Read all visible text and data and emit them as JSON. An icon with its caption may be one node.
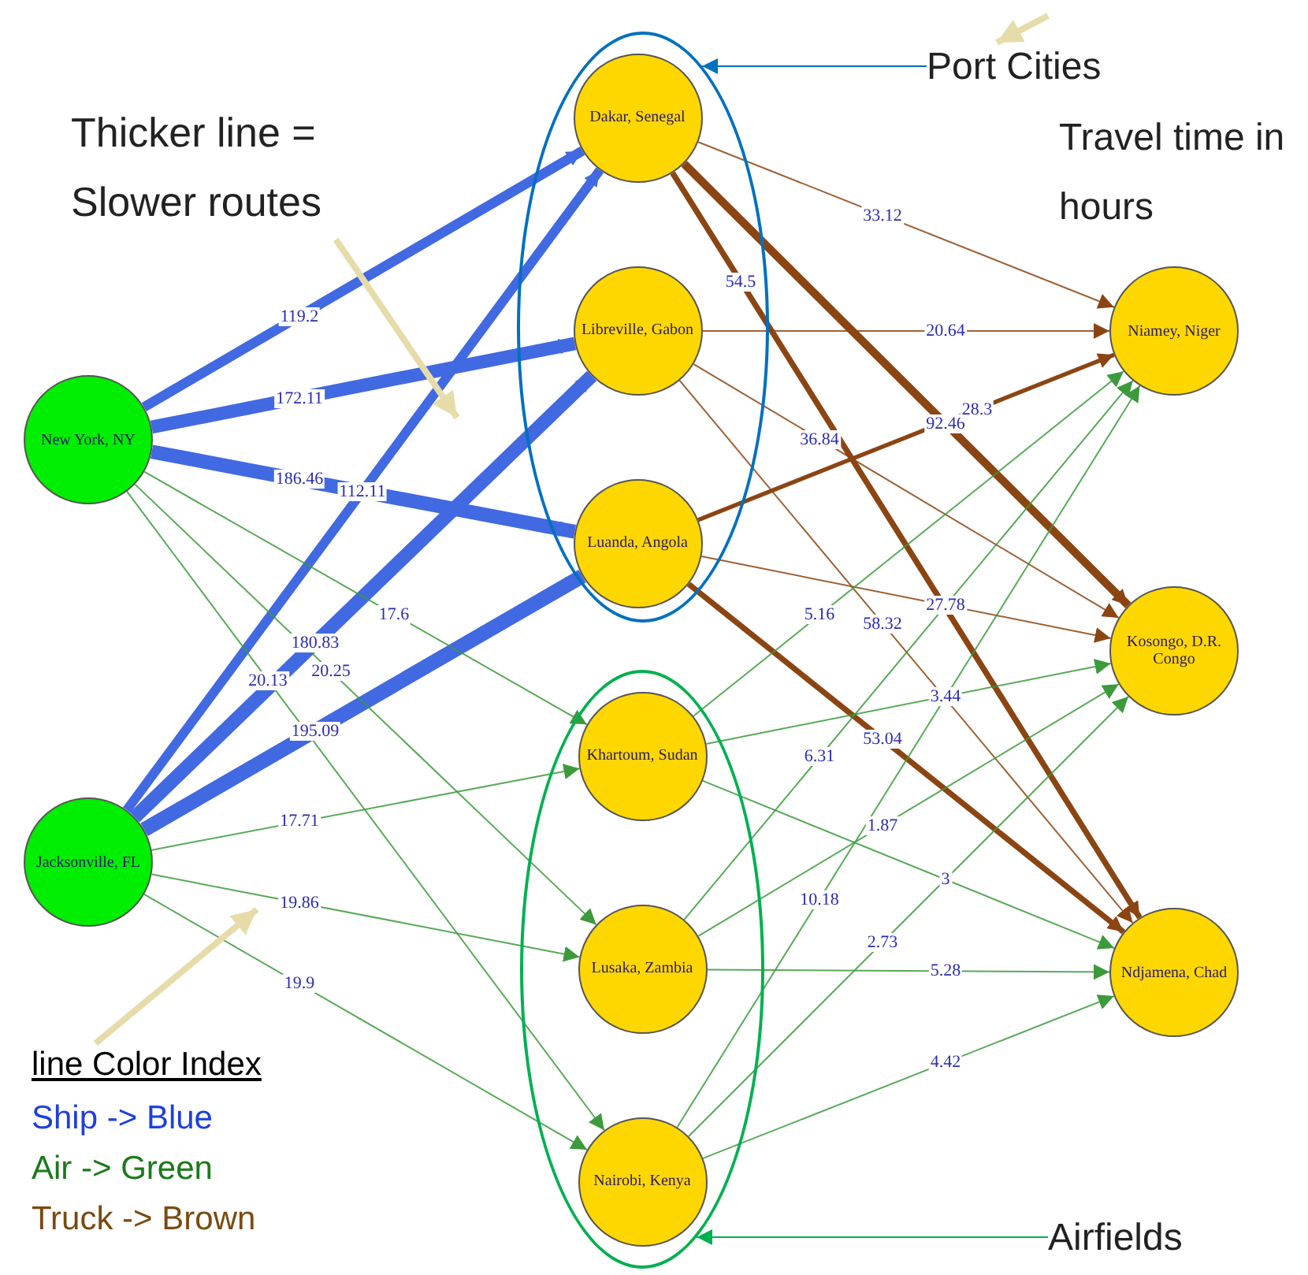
{
  "diagram": {
    "nodes": [
      {
        "text": [
          "Thicker line = Slower routes"
        ]
      },
      {
        "text": [],
        "shape": "ellipse"
      },
      {
        "text": [
          "Dakar, Senegal"
        ],
        "in": 1
      },
      {
        "text": [
          "Libreville, Gabon"
        ],
        "in": 1
      },
      {
        "text": [
          "Luanda, Angola"
        ],
        "in": 1
      },
      {
        "text": [
          "Port Cities"
        ]
      },
      {
        "text": [
          "New York, NY"
        ]
      },
      {
        "text": [
          "Niamey, Niger"
        ]
      },
      {
        "text": [
          "Kosongo, D.R. Congo"
        ]
      },
      {
        "text": [
          "Jacksonville, FL"
        ]
      },
      {
        "text": [],
        "shape": "ellipse"
      },
      {
        "text": [
          "Khartoum, Sudan"
        ],
        "in": 10
      },
      {
        "text": [
          "Lusaka, Zambia"
        ],
        "in": 10
      },
      {
        "text": [
          "Nairobi, Kenya"
        ],
        "in": 10
      },
      {
        "text": [
          "Ndjamena, Chad"
        ]
      },
      {
        "text": [
          "line Color Index"
        ]
      },
      {
        "text": [
          "Airfields"
        ]
      }
    ],
    "edges": [
      {
        "from": 6,
        "to": 2,
        "arrow": "to",
        "label": "119.2",
        "style": "thick",
        "color": "#4169e1"
      },
      {
        "from": 6,
        "to": 3,
        "arrow": "to",
        "label": "172.11",
        "style": "thick",
        "color": "#4169e1"
      },
      {
        "from": 6,
        "to": 4,
        "arrow": "to",
        "label": "186.46",
        "style": "thick",
        "color": "#4169e1"
      },
      {
        "from": 9,
        "to": 2,
        "arrow": "to",
        "label": "112.11",
        "style": "thick",
        "color": "#4169e1"
      },
      {
        "from": 9,
        "to": 3,
        "arrow": "to",
        "label": "180.83",
        "style": "thick",
        "color": "#4169e1"
      },
      {
        "from": 9,
        "to": 4,
        "arrow": "to",
        "label": "195.09",
        "style": "thick",
        "color": "#4169e1"
      },
      {
        "from": 6,
        "to": 11,
        "arrow": "to",
        "label": "17.6"
      },
      {
        "from": 6,
        "to": 12,
        "arrow": "to",
        "label": "20.25"
      },
      {
        "from": 6,
        "to": 13,
        "arrow": "to",
        "label": "20.13"
      },
      {
        "from": 9,
        "to": 11,
        "arrow": "to",
        "label": "17.71"
      },
      {
        "from": 9,
        "to": 12,
        "arrow": "to",
        "label": "19.86"
      },
      {
        "from": 9,
        "to": 13,
        "arrow": "to",
        "label": "19.9"
      },
      {
        "from": 2,
        "to": 7,
        "arrow": "to",
        "label": "33.12",
        "color": "#8b4513"
      },
      {
        "from": 2,
        "to": 8,
        "arrow": "to",
        "label": "92.46",
        "style": "thick",
        "color": "#8b4513"
      },
      {
        "from": 2,
        "to": 14,
        "arrow": "to",
        "label": "54.5",
        "style": "thick",
        "color": "#8b4513"
      },
      {
        "from": 3,
        "to": 7,
        "arrow": "to",
        "label": "20.64",
        "color": "#8b4513"
      },
      {
        "from": 3,
        "to": 8,
        "arrow": "to",
        "label": "36.84",
        "color": "#8b4513"
      },
      {
        "from": 3,
        "to": 14,
        "arrow": "to",
        "label": "58.32",
        "color": "#8b4513"
      },
      {
        "from": 4,
        "to": 7,
        "arrow": "to",
        "label": "28.3",
        "style": "thick",
        "color": "#8b4513"
      },
      {
        "from": 4,
        "to": 8,
        "arrow": "to",
        "label": "27.78",
        "color": "#8b4513"
      },
      {
        "from": 4,
        "to": 14,
        "arrow": "to",
        "label": "53.04",
        "style": "thick",
        "color": "#8b4513"
      },
      {
        "from": 11,
        "to": 7,
        "arrow": "to",
        "label": "5.16"
      },
      {
        "from": 11,
        "to": 8,
        "arrow": "to",
        "label": "3.44"
      },
      {
        "from": 11,
        "to": 14,
        "arrow": "to",
        "label": "3"
      },
      {
        "from": 12,
        "to": 7,
        "arrow": "to",
        "label": "6.31"
      },
      {
        "from": 12,
        "to": 8,
        "arrow": "to",
        "label": "1.87"
      },
      {
        "from": 12,
        "to": 14,
        "arrow": "to",
        "label": "5.28"
      },
      {
        "from": 13,
        "to": 7,
        "arrow": "to",
        "label": "10.18"
      },
      {
        "from": 13,
        "to": 8,
        "arrow": "to",
        "label": "2.73"
      },
      {
        "from": 13,
        "to": 14,
        "arrow": "to",
        "label": "4.42"
      },
      {
        "from": 0,
        "to": null,
        "arrow": "to",
        "style": "thick",
        "color": "#e6dcaa"
      },
      {
        "from": null,
        "to": 5,
        "arrow": "to",
        "style": "thick",
        "color": "#e6dcaa"
      },
      {
        "from": 5,
        "to": 1,
        "arrow": "to",
        "color": "#0070c0"
      },
      {
        "from": 15,
        "to": null,
        "arrow": "to",
        "style": "thick",
        "color": "#e6dcaa"
      },
      {
        "from": 16,
        "to": 10,
        "arrow": "to",
        "color": "#00b050"
      }
    ],
    "labels": [
      "Travel time in hours"
    ],
    "legend": [
      {
        "text": "Ship -> Blue",
        "color": "#1f3fdd"
      },
      {
        "text": "Air -> Green",
        "color": "#1a7a1a"
      },
      {
        "text": "Truck -> Brown",
        "color": "#7a4a10"
      }
    ]
  }
}
